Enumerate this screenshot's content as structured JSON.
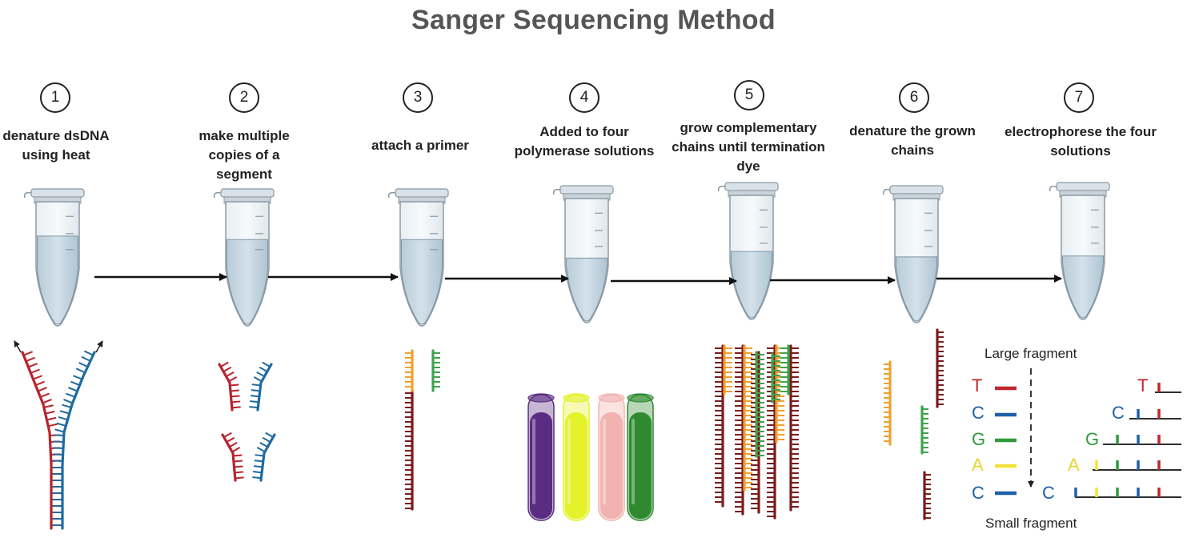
{
  "title": "Sanger Sequencing Method",
  "steps": [
    {
      "number": "1",
      "text": "denature dsDNA using heat"
    },
    {
      "number": "2",
      "text": "make multiple copies of a segment"
    },
    {
      "number": "3",
      "text": "attach a primer"
    },
    {
      "number": "4",
      "text": "Added to four polymerase solutions"
    },
    {
      "number": "5",
      "text": "grow complementary chains until termination dye"
    },
    {
      "number": "6",
      "text": "denature the grown chains"
    },
    {
      "number": "7",
      "text": "electrophorese the four solutions"
    }
  ],
  "gel": {
    "large_label": "Large fragment",
    "small_label": "Small fragment",
    "left_bases": [
      "T",
      "C",
      "G",
      "A",
      "C"
    ],
    "right_bases": [
      "T",
      "C",
      "G",
      "A",
      "C"
    ]
  },
  "colors": {
    "T": "#c0272d",
    "C": "#1f5fa8",
    "G": "#2e9a3a",
    "A": "#f2e33a",
    "strand_red": "#b8232e",
    "strand_blue": "#1f6aa0",
    "strand_dark": "#7a1c1c",
    "primer": "#f0a030",
    "green": "#3fa34d",
    "tube_purple": "#5a2d82",
    "tube_yellow": "#e4f22a",
    "tube_pink": "#f2b2b0",
    "tube_green": "#2f8a2f"
  }
}
